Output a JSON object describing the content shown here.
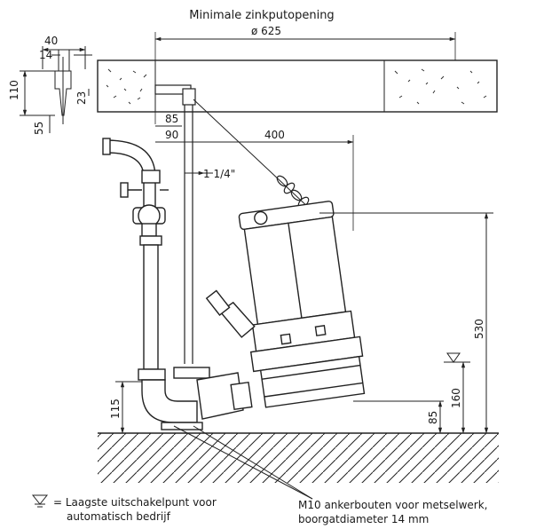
{
  "header": {
    "title": "Minimale zinkputopening",
    "diameter": "ø 625"
  },
  "dimensions": {
    "d40": "40",
    "d14": "14",
    "d110": "110",
    "d23": "23",
    "d55": "55",
    "d85_top": "85",
    "d90": "90",
    "d400": "400",
    "pipe": "1 1/4\"",
    "d530": "530",
    "d160": "160",
    "d115": "115",
    "d85_bottom": "85"
  },
  "legend": {
    "water_symbol_label": "= Laagste uitschakelpunt voor",
    "water_symbol_label_2": "automatisch bedrijf",
    "anchor_note_1": "M10 ankerbouten voor metselwerk,",
    "anchor_note_2": "boorgatdiameter 14 mm"
  }
}
